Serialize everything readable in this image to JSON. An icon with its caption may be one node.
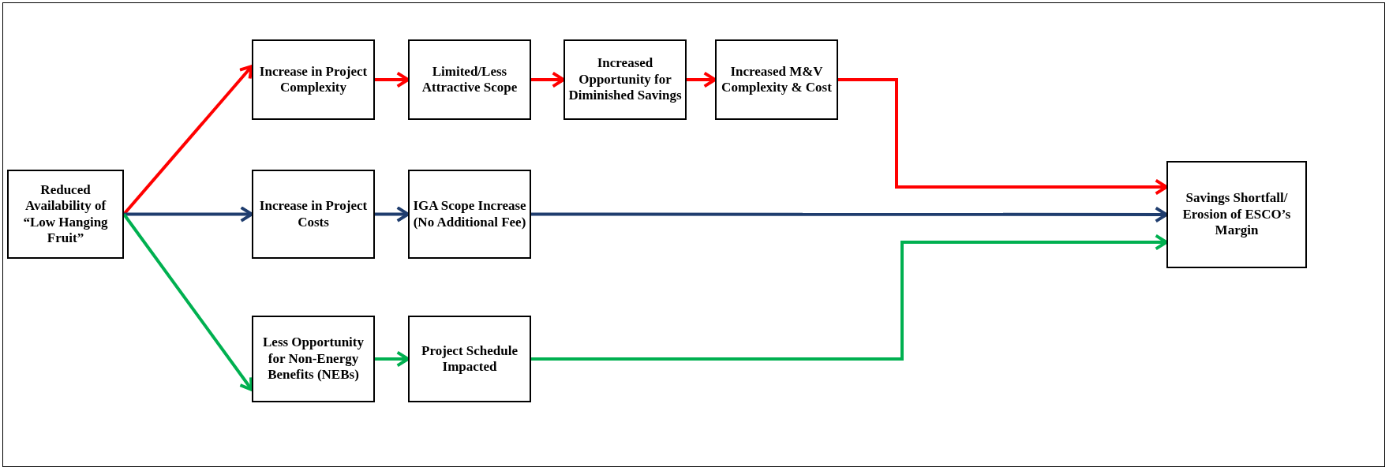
{
  "diagram": {
    "nodes": [
      {
        "text": [
          "Reduced Availability of “Low Hanging Fruit”"
        ]
      },
      {
        "text": [
          "Increase in Project Complexity"
        ]
      },
      {
        "text": [
          "Limited/Less Attractive Scope"
        ]
      },
      {
        "text": [
          "Increased Opportunity for Diminished Savings"
        ]
      },
      {
        "text": [
          "Increased M&V Complexity & Cost"
        ]
      },
      {
        "text": [
          "Increase in Project Costs"
        ]
      },
      {
        "text": [
          "IGA Scope Increase (No Additional Fee)"
        ]
      },
      {
        "text": [
          "Savings Shortfall/ Erosion of ESCO’s Margin"
        ]
      },
      {
        "text": [
          "Less Opportunity for Non-Energy Benefits (NEBs)"
        ]
      },
      {
        "text": [
          "Project Schedule Impacted"
        ]
      }
    ],
    "edges": [
      {
        "from": 0,
        "to": 1,
        "arrow": "to",
        "color": "#ff0000"
      },
      {
        "from": 0,
        "to": 5,
        "arrow": "to",
        "color": "#1f3d6e"
      },
      {
        "from": 0,
        "to": 8,
        "arrow": "to",
        "color": "#00b050"
      },
      {
        "from": 1,
        "to": 2,
        "arrow": "to",
        "color": "#ff0000"
      },
      {
        "from": 2,
        "to": 3,
        "arrow": "to",
        "color": "#ff0000"
      },
      {
        "from": 3,
        "to": 4,
        "arrow": "to",
        "color": "#ff0000"
      },
      {
        "from": 4,
        "to": 7,
        "arrow": "to",
        "color": "#ff0000"
      },
      {
        "from": 5,
        "to": 6,
        "arrow": "to",
        "color": "#1f3d6e"
      },
      {
        "from": 6,
        "to": 7,
        "arrow": "to",
        "color": "#1f3d6e"
      },
      {
        "from": 8,
        "to": 9,
        "arrow": "to",
        "color": "#00b050"
      },
      {
        "from": 9,
        "to": 7,
        "arrow": "to",
        "color": "#00b050"
      }
    ]
  }
}
